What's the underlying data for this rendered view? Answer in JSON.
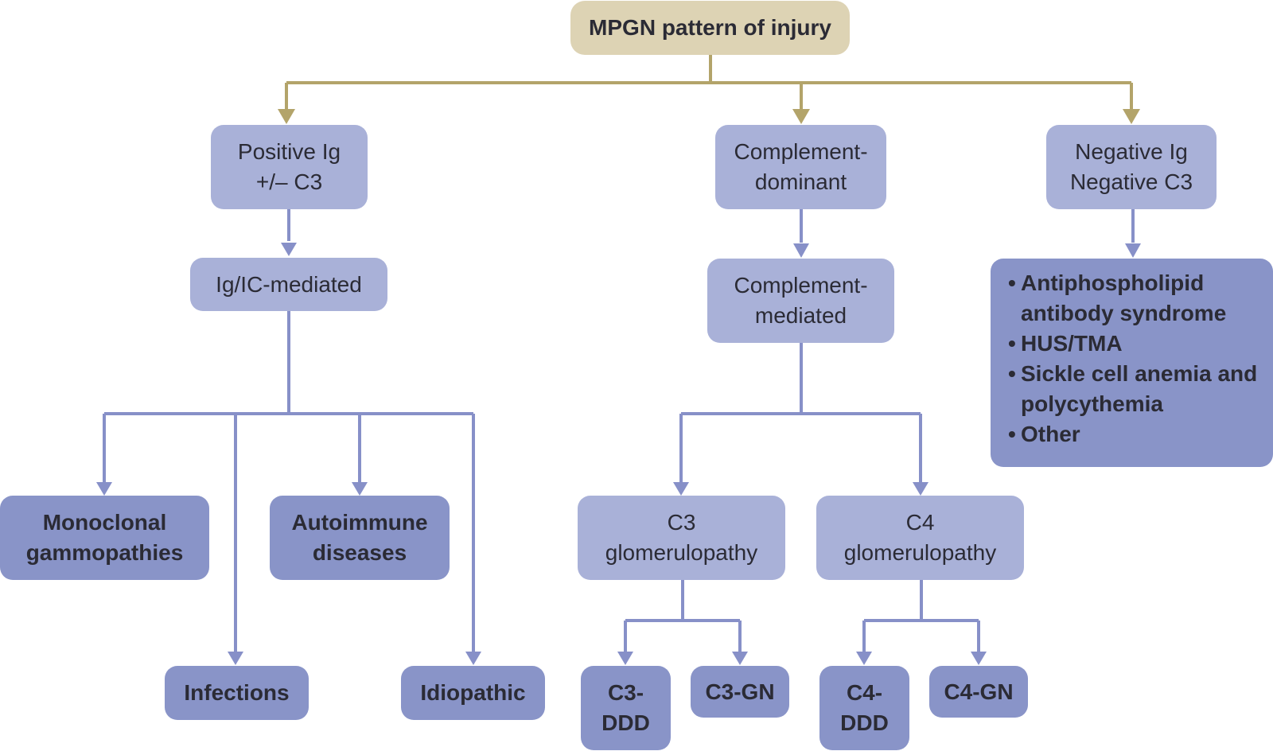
{
  "colors": {
    "root_fill": "#ddd3b4",
    "root_connector": "#b3a46a",
    "light_fill": "#a9b1d8",
    "dark_fill": "#8994c8",
    "connector": "#8790c8",
    "text": "#2b2b35"
  },
  "root": {
    "label": "MPGN pattern of injury"
  },
  "positive_ig": {
    "line1": "Positive Ig",
    "line2": "+/– C3"
  },
  "complement_dominant": {
    "line1": "Complement-",
    "line2": "dominant"
  },
  "negative_ig": {
    "line1": "Negative Ig",
    "line2": "Negative C3"
  },
  "ig_ic_mediated": {
    "label": "Ig/IC-mediated"
  },
  "complement_mediated": {
    "line1": "Complement-",
    "line2": "mediated"
  },
  "negative_causes": [
    "Antiphospholipid antibody syndrome",
    "HUS/TMA",
    "Sickle cell anemia and polycythemia",
    "Other"
  ],
  "monoclonal": {
    "line1": "Monoclonal",
    "line2": "gammopathies"
  },
  "autoimmune": {
    "line1": "Autoimmune",
    "line2": "diseases"
  },
  "infections": {
    "label": "Infections"
  },
  "idiopathic": {
    "label": "Idiopathic"
  },
  "c3g": {
    "line1": "C3",
    "line2": "glomerulopathy"
  },
  "c4g": {
    "line1": "C4",
    "line2": "glomerulopathy"
  },
  "c3_ddd": {
    "line1": "C3-",
    "line2": "DDD"
  },
  "c3_gn": {
    "label": "C3-GN"
  },
  "c4_ddd": {
    "line1": "C4-",
    "line2": "DDD"
  },
  "c4_gn": {
    "label": "C4-GN"
  }
}
